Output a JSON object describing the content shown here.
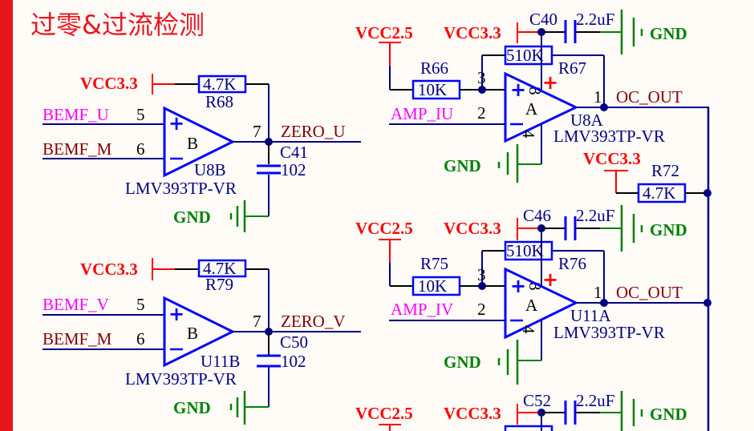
{
  "title": "过零&过流检测",
  "colors": {
    "wire": "#000080",
    "wire_black": "#000000",
    "component": "#0000ff",
    "power": "#ff0000",
    "ground": "#008000",
    "net_magenta": "#ff00ff",
    "net_brown": "#800000",
    "border": "#e8141e",
    "background": "#fffcf8"
  },
  "zero_u": {
    "vcc": "VCC3.3",
    "resistor_value": "4.7K",
    "resistor_ref": "R68",
    "in_plus_net": "BEMF_U",
    "in_plus_pin": "5",
    "in_minus_net": "BEMF_M",
    "in_minus_pin": "6",
    "part": "B",
    "out_pin": "7",
    "out_net": "ZERO_U",
    "cap_ref": "C41",
    "cap_value": "102",
    "unit_ref": "U8B",
    "chip": "LMV393TP-VR",
    "gnd": "GND"
  },
  "zero_v": {
    "vcc": "VCC3.3",
    "resistor_value": "4.7K",
    "resistor_ref": "R79",
    "in_plus_net": "BEMF_V",
    "in_plus_pin": "5",
    "in_minus_net": "BEMF_M",
    "in_minus_pin": "6",
    "part": "B",
    "out_pin": "7",
    "out_net": "ZERO_V",
    "cap_ref": "C50",
    "cap_value": "102",
    "unit_ref": "U11B",
    "chip": "LMV393TP-VR",
    "gnd": "GND"
  },
  "oc_u": {
    "vref": "VCC2.5",
    "vcc": "VCC3.3",
    "cap_ref": "C40",
    "cap_value": "2.2uF",
    "gnd": "GND",
    "rin_ref": "R66",
    "rin_value": "10K",
    "rfb_value": "510K",
    "rfb_ref": "R67",
    "pin_plus": "3",
    "pin_vcc": "8",
    "in_minus_net": "AMP_IU",
    "in_minus_pin": "2",
    "part": "A",
    "out_pin": "1",
    "out_net": "OC_OUT",
    "unit_ref": "U8A",
    "chip": "LMV393TP-VR",
    "pin_gnd": "4",
    "pull_vcc": "VCC3.3",
    "pull_ref": "R72",
    "pull_value": "4.7K"
  },
  "oc_v": {
    "vref": "VCC2.5",
    "vcc": "VCC3.3",
    "cap_ref": "C46",
    "cap_value": "2.2uF",
    "gnd": "GND",
    "rin_ref": "R75",
    "rin_value": "10K",
    "rfb_value": "510K",
    "rfb_ref": "R76",
    "pin_plus": "3",
    "pin_vcc": "8",
    "in_minus_net": "AMP_IV",
    "in_minus_pin": "2",
    "part": "A",
    "out_pin": "1",
    "out_net": "OC_OUT",
    "unit_ref": "U11A",
    "chip": "LMV393TP-VR",
    "pin_gnd": "4"
  },
  "oc_w_partial": {
    "vref": "VCC2.5",
    "vcc": "VCC3.3",
    "cap_ref": "C52",
    "cap_value": "2.2uF",
    "gnd": "GND"
  }
}
